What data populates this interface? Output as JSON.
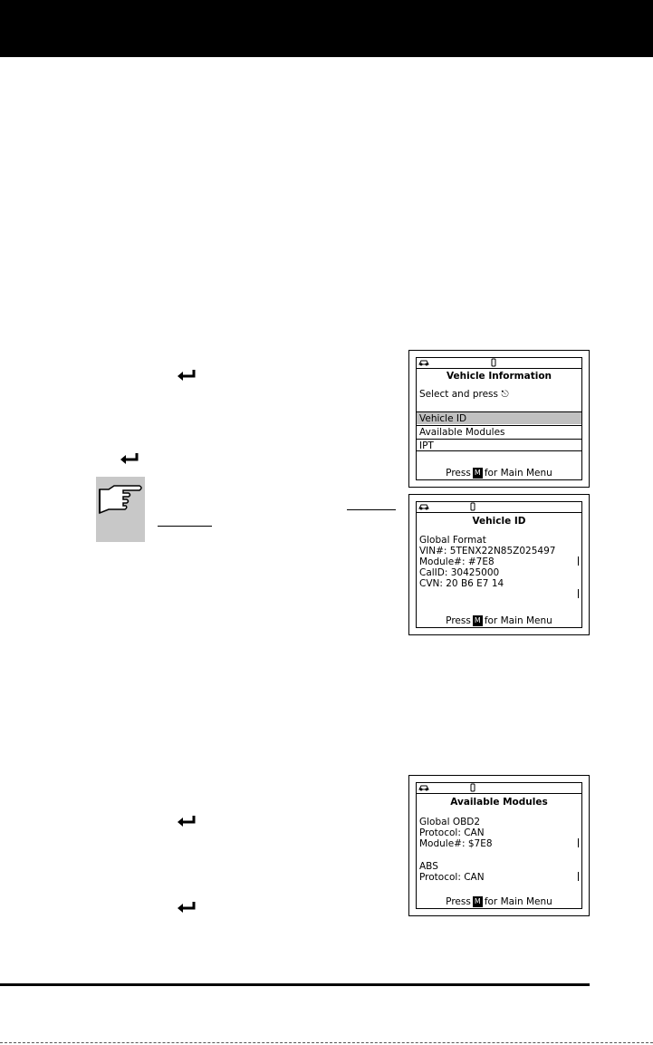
{
  "screens": [
    {
      "title": "Vehicle Information",
      "lines": [
        "Select and press"
      ],
      "menu": [
        "Vehicle ID",
        "Available Modules",
        "IPT"
      ],
      "selected_index": 0,
      "footer_pre": "Press",
      "footer_key": "M",
      "footer_post": "for Main Menu"
    },
    {
      "title": "Vehicle ID",
      "lines": [
        "Global Format",
        "VIN#: 5TENX22N85Z025497",
        "Module#: #7E8",
        "CalID: 30425000",
        "CVN: 20 B6 E7 14"
      ],
      "footer_pre": "Press",
      "footer_key": "M",
      "footer_post": "for Main Menu"
    },
    {
      "title": "Available Modules",
      "lines": [
        "Global OBD2",
        "Protocol: CAN",
        "Module#: $7E8",
        "",
        "ABS",
        "Protocol: CAN"
      ],
      "footer_pre": "Press",
      "footer_key": "M",
      "footer_post": "for Main Menu"
    }
  ]
}
